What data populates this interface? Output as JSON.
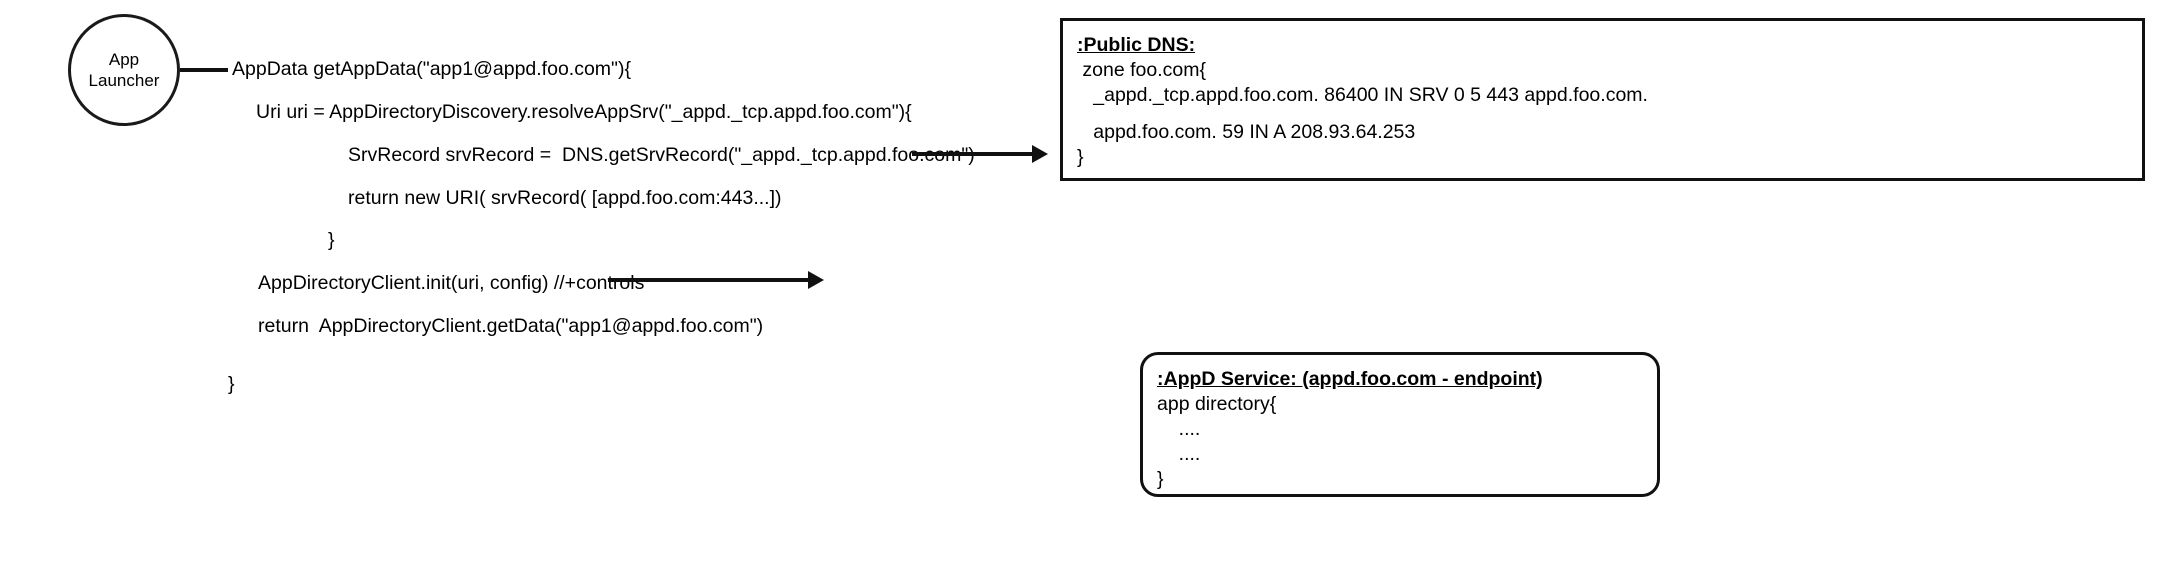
{
  "diagram": {
    "actor": {
      "name": "App Launcher",
      "line1": "App",
      "line2": "Launcher"
    },
    "code_lines": [
      {
        "text": "AppData getAppData(\"app1@appd.foo.com\"){"
      },
      {
        "text": "Uri uri = AppDirectoryDiscovery.resolveAppSrv(\"_appd._tcp.appd.foo.com\"){"
      },
      {
        "text": "SrvRecord srvRecord =  DNS.getSrvRecord(\"_appd._tcp.appd.foo.com\")"
      },
      {
        "text": "return new URI( srvRecord( [appd.foo.com:443...])"
      },
      {
        "text": "}"
      },
      {
        "text": "AppDirectoryClient.init(uri, config) //+controls"
      },
      {
        "text": "return  AppDirectoryClient.getData(\"app1@appd.foo.com\")"
      },
      {
        "text": "}"
      }
    ],
    "dns_box": {
      "title": ":Public DNS:",
      "lines": [
        " zone foo.com{",
        "   _appd._tcp.appd.foo.com. 86400 IN SRV 0 5 443 appd.foo.com.",
        "",
        "   appd.foo.com. 59 IN A 208.93.64.253",
        "}"
      ]
    },
    "appd_box": {
      "title": ":AppD Service: (appd.foo.com - endpoint)",
      "lines": [
        "app directory{",
        "    ....",
        "    ....",
        "}"
      ]
    },
    "colors": {
      "stroke": "#111111",
      "text": "#000000",
      "background": "#ffffff"
    }
  }
}
